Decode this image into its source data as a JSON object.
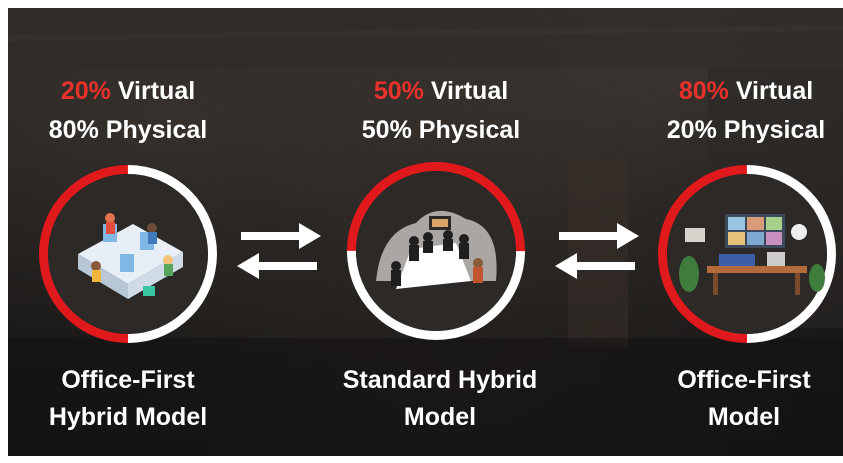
{
  "columns": [
    {
      "virtual_pct": "20%",
      "virtual_text": " Virtual",
      "physical_text": "80% Physical",
      "label_line1": "Office-First",
      "label_line2": "Hybrid Model",
      "illustration": "cubicle-office-illustration"
    },
    {
      "virtual_pct": "50%",
      "virtual_text": " Virtual",
      "physical_text": "50% Physical",
      "label_line1": "Standard Hybrid",
      "label_line2": "Model",
      "illustration": "meeting-room-illustration"
    },
    {
      "virtual_pct": "80%",
      "virtual_text": " Virtual",
      "physical_text": "20% Physical",
      "label_line1": "Office-First",
      "label_line2": "Model",
      "illustration": "video-call-desk-illustration"
    }
  ],
  "colors": {
    "accent_red": "#e8312b",
    "ring_red": "#e0191c",
    "ring_white": "#ffffff",
    "text": "#ffffff",
    "background": "#1c1a19"
  },
  "icons": [
    "exchange-arrows-icon",
    "exchange-arrows-icon"
  ]
}
